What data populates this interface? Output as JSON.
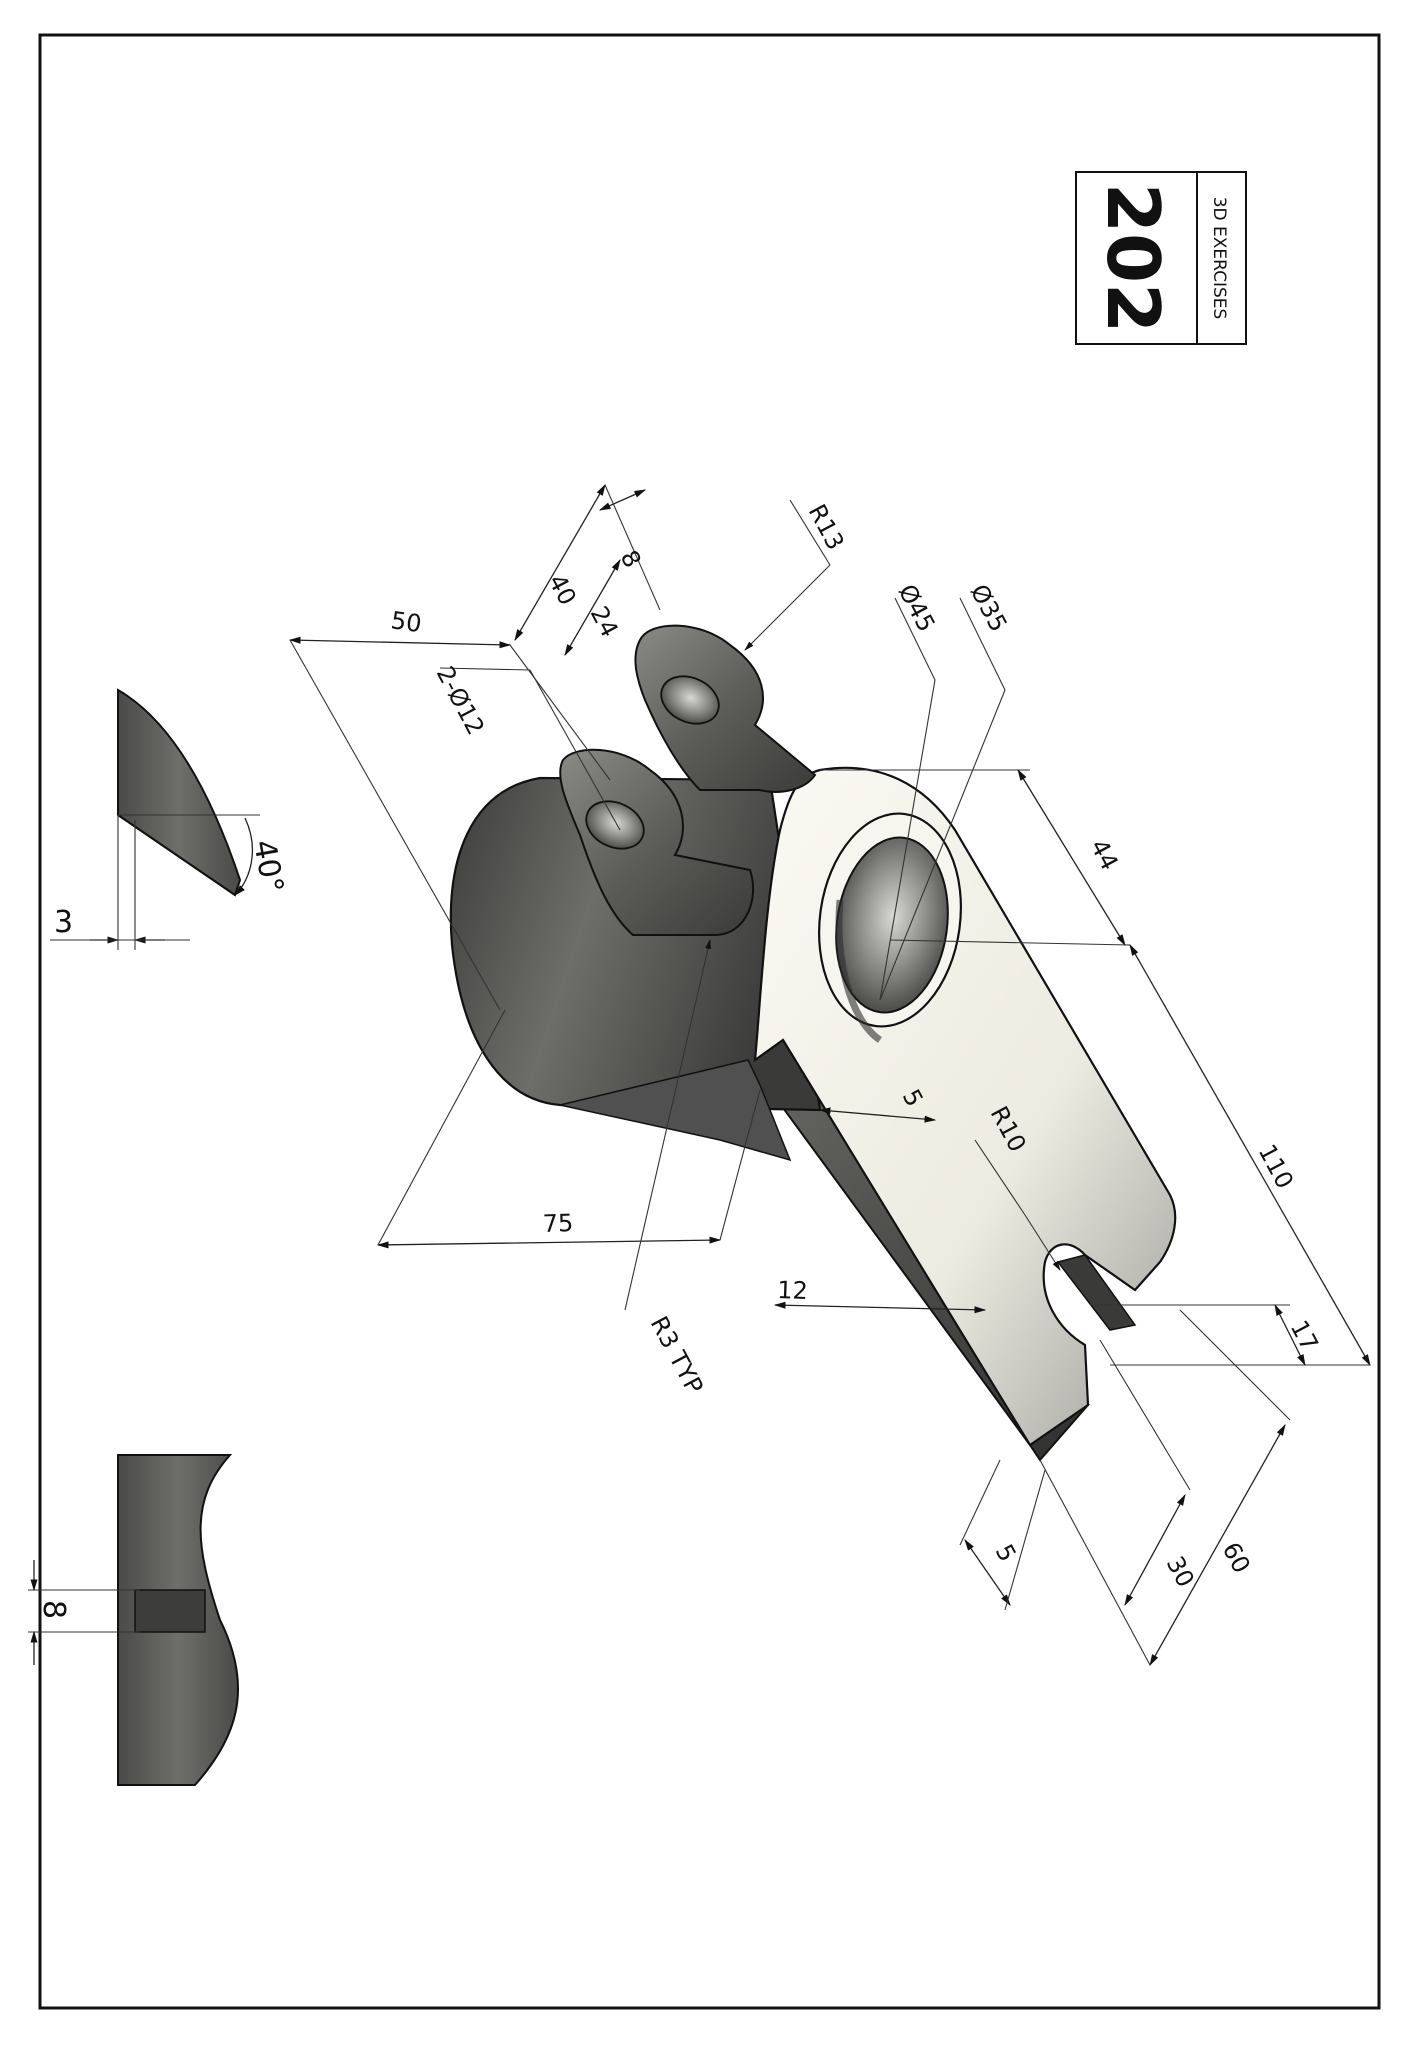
{
  "title_block": {
    "number": "202",
    "caption": "3D EXERCISES"
  },
  "dimensions": {
    "d_50": "50",
    "d_40": "40",
    "d_8_top": "8",
    "d_24": "24",
    "d_r13": "R13",
    "d_phi45": "Ø45",
    "d_phi35": "Ø35",
    "d_2phi12": "2-Ø12",
    "d_44": "44",
    "d_110": "110",
    "d_5_bore": "5",
    "d_r10": "R10",
    "d_75": "75",
    "d_12": "12",
    "d_r3typ": "R3 TYP",
    "d_17": "17",
    "d_30": "30",
    "d_60": "60",
    "d_5_end": "5",
    "d_3": "3",
    "d_40deg": "40°",
    "d_8_side": "8"
  },
  "colors": {
    "border": "#111111",
    "metal_dark": "#4a4a48",
    "metal_mid": "#7a7a77",
    "face_light": "#f4f3ea"
  }
}
